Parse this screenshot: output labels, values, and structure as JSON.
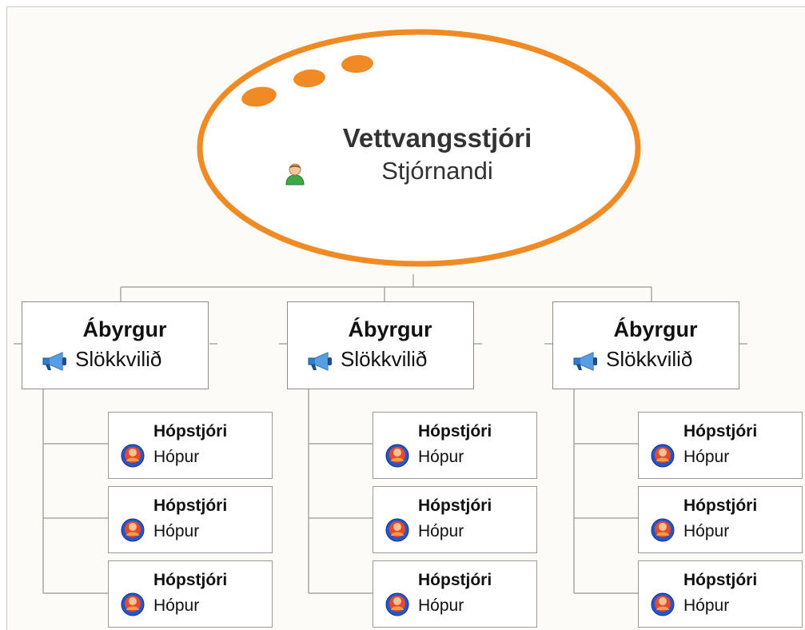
{
  "root": {
    "title": "Vettvangsstjóri",
    "subtitle": "Stjórnandi",
    "icon": "person-icon",
    "border_color": "#f08a24"
  },
  "branches": [
    {
      "title": "Ábyrgur",
      "subtitle": "Slökkvilið",
      "icon": "megaphone-icon",
      "children": [
        {
          "title": "Hópstjóri",
          "subtitle": "Hópur",
          "icon": "group-globe-icon"
        },
        {
          "title": "Hópstjóri",
          "subtitle": "Hópur",
          "icon": "group-globe-icon"
        },
        {
          "title": "Hópstjóri",
          "subtitle": "Hópur",
          "icon": "group-globe-icon"
        }
      ]
    },
    {
      "title": "Ábyrgur",
      "subtitle": "Slökkvilið",
      "icon": "megaphone-icon",
      "children": [
        {
          "title": "Hópstjóri",
          "subtitle": "Hópur",
          "icon": "group-globe-icon"
        },
        {
          "title": "Hópstjóri",
          "subtitle": "Hópur",
          "icon": "group-globe-icon"
        },
        {
          "title": "Hópstjóri",
          "subtitle": "Hópur",
          "icon": "group-globe-icon"
        }
      ]
    },
    {
      "title": "Ábyrgur",
      "subtitle": "Slökkvilið",
      "icon": "megaphone-icon",
      "children": [
        {
          "title": "Hópstjóri",
          "subtitle": "Hópur",
          "icon": "group-globe-icon"
        },
        {
          "title": "Hópstjóri",
          "subtitle": "Hópur",
          "icon": "group-globe-icon"
        },
        {
          "title": "Hópstjóri",
          "subtitle": "Hópur",
          "icon": "group-globe-icon"
        }
      ]
    }
  ]
}
